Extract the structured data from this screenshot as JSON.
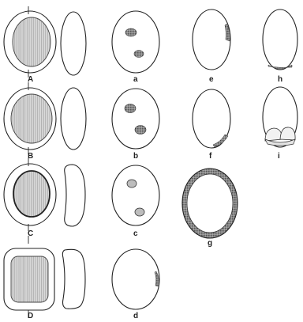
{
  "labels": {
    "A": "A",
    "B": "B",
    "C": "C",
    "D": "D",
    "a": "a",
    "b": "b",
    "c": "c",
    "d": "d",
    "e": "e",
    "f": "f",
    "g": "g",
    "h": "h",
    "i": "i"
  },
  "colors": {
    "stroke": "#222222",
    "hatch_fill": "#d9d9d9",
    "hatch_line": "#9a9a9a",
    "background": "#ffffff"
  }
}
